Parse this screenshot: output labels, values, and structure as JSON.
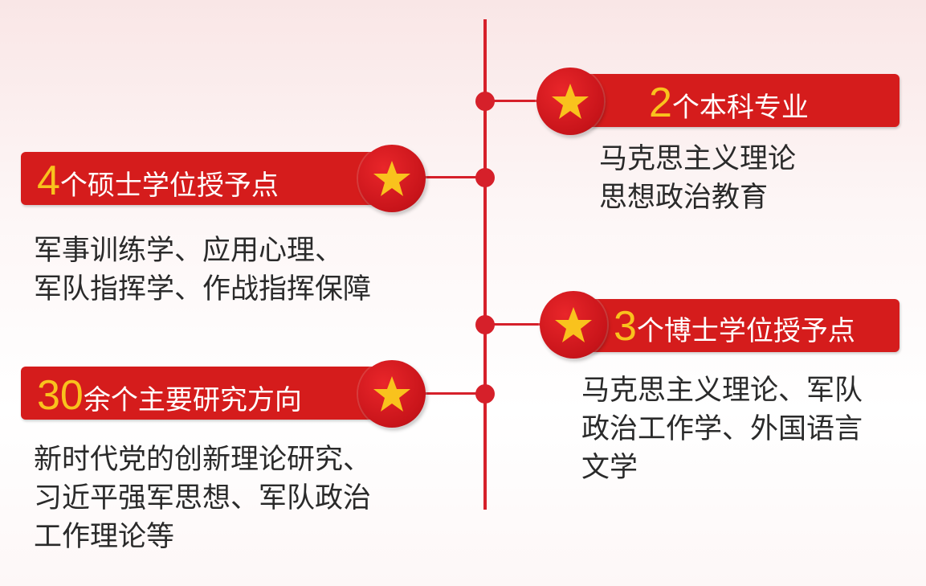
{
  "colors": {
    "accent": "#d51c1c",
    "star": "#f9c21d",
    "text": "#2a2a2a",
    "banner_text": "#ffffff"
  },
  "items": [
    {
      "number": "2",
      "label": "个本科专业",
      "icon": "star-icon",
      "lines": [
        "马克思主义理论",
        "思想政治教育"
      ]
    },
    {
      "number": "4",
      "label": "个硕士学位授予点",
      "icon": "star-icon",
      "lines": [
        "军事训练学、应用心理、",
        "军队指挥学、作战指挥保障"
      ]
    },
    {
      "number": "3",
      "label": "个博士学位授予点",
      "icon": "star-icon",
      "lines": [
        "马克思主义理论、军队",
        "政治工作学、外国语言",
        "文学"
      ]
    },
    {
      "number": "30",
      "label": "余个主要研究方向",
      "icon": "star-icon",
      "lines": [
        "新时代党的创新理论研究、",
        "习近平强军思想、军队政治",
        "工作理论等"
      ]
    }
  ]
}
